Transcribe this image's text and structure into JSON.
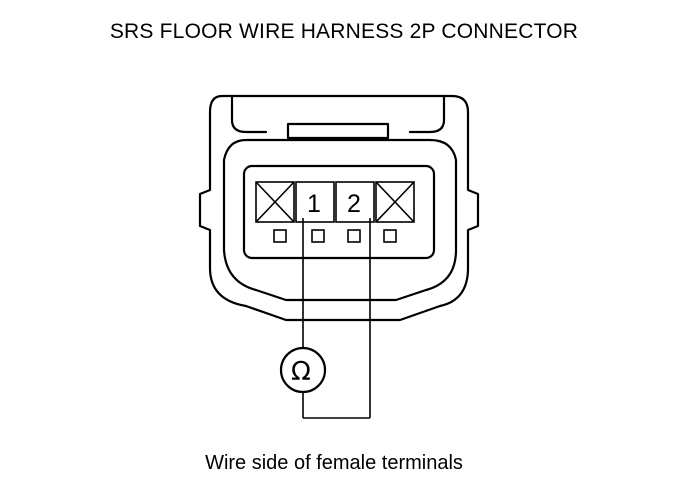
{
  "title": "SRS FLOOR WIRE HARNESS 2P CONNECTOR",
  "caption": "Wire side of female terminals",
  "terminals": [
    {
      "label": "1"
    },
    {
      "label": "2"
    }
  ],
  "meter_symbol": "Ω",
  "icons": {
    "blanked_cavity": "x-box-icon",
    "meter": "ohmmeter-icon"
  }
}
